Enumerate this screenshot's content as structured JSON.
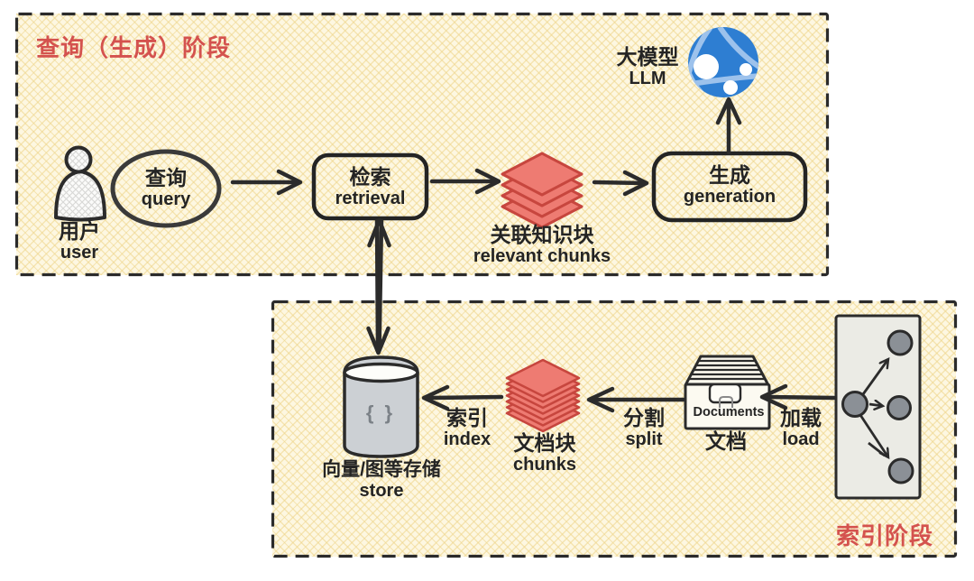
{
  "colors": {
    "accent_red": "#d4524e",
    "ink": "#2b2b2b",
    "panel_cream": "#fdf7e1",
    "hatch_yellow": "#eed58a",
    "chunk_fill": "#ee7b72",
    "chunk_stroke": "#c7463e",
    "llm_blue": "#2e7ed2",
    "llm_band_blue": "#9dc2ec",
    "store_gray": "#ccd0d4",
    "graph_node_gray": "#8b9096"
  },
  "query_phase": {
    "title": "查询（生成）阶段",
    "user": {
      "zh": "用户",
      "en": "user"
    },
    "query": {
      "zh": "查询",
      "en": "query"
    },
    "retrieval": {
      "zh": "检索",
      "en": "retrieval"
    },
    "relevant_chunks": {
      "zh": "关联知识块",
      "en": "relevant chunks"
    },
    "generation": {
      "zh": "生成",
      "en": "generation"
    },
    "llm": {
      "zh": "大模型",
      "en": "LLM"
    }
  },
  "index_phase": {
    "title": "索引阶段",
    "store": {
      "zh": "向量/图等存储",
      "en": "store",
      "symbol": "{ }"
    },
    "index": {
      "zh": "索引",
      "en": "index"
    },
    "chunks": {
      "zh": "文档块",
      "en": "chunks"
    },
    "split": {
      "zh": "分割",
      "en": "split"
    },
    "documents": {
      "box_label": "Documents",
      "zh": "文档"
    },
    "load": {
      "zh": "加载",
      "en": "load"
    }
  }
}
